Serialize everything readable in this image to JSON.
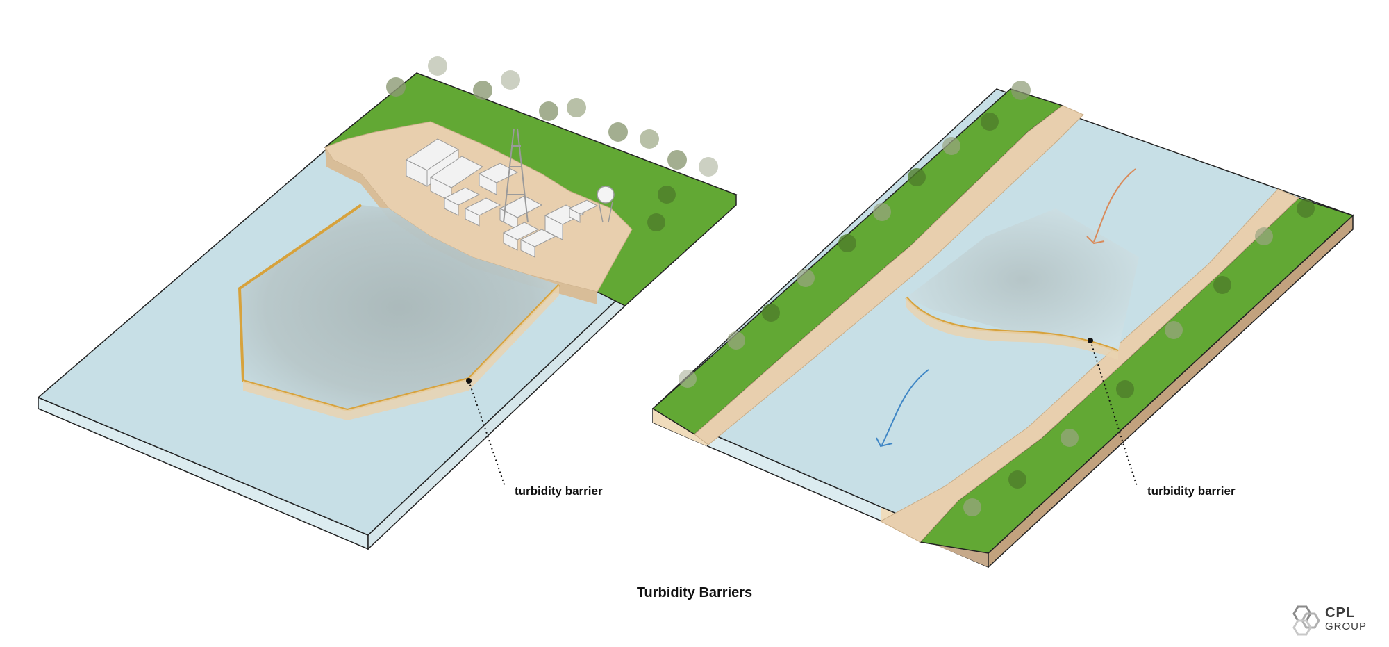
{
  "diagram": {
    "title": "Turbidity Barriers",
    "left_panel": {
      "label": "turbidity barrier"
    },
    "right_panel": {
      "label": "turbidity barrier"
    }
  },
  "logo": {
    "line1": "CPL",
    "line2": "GROUP"
  },
  "colors": {
    "water": "#c7dfe6",
    "water_edge": "#dcecf0",
    "grass": "#62a834",
    "sand": "#e8cfae",
    "barrier": "#d7a23c",
    "turbid": "#b9c7c9",
    "flow_orange": "#d98a5a",
    "flow_blue": "#3f86c5"
  }
}
